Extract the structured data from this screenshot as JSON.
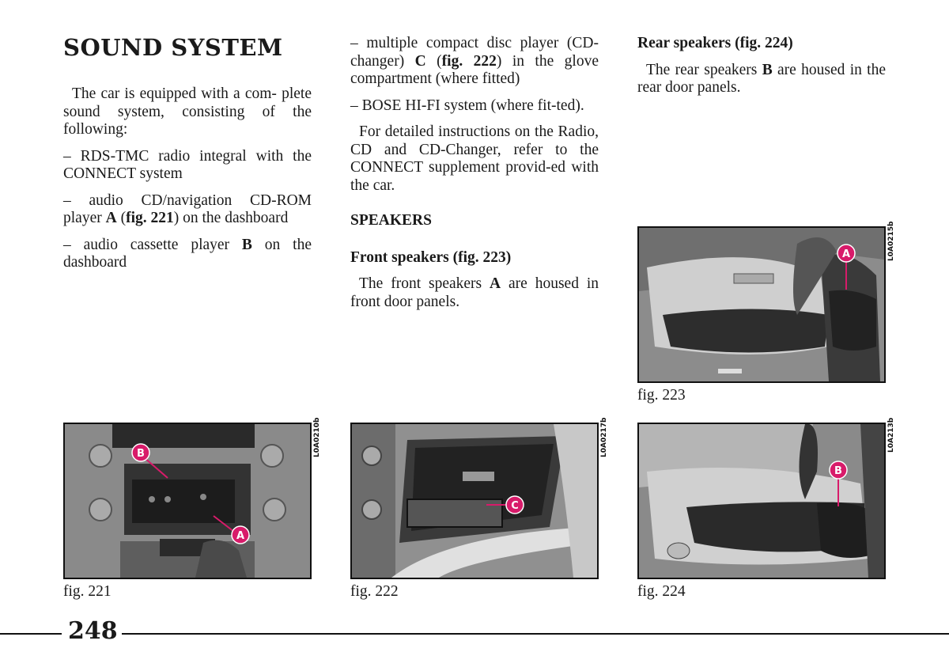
{
  "page_title": "SOUND SYSTEM",
  "intro": {
    "line1": "The car is equipped with a com-",
    "line2": "plete sound system, consisting of the following:"
  },
  "items": {
    "rds_pre": "– RDS-TMC radio integral with the CONNECT system",
    "cd_pre": "– audio CD/navigation CD-ROM player ",
    "cd_letter": "A",
    "cd_mid1": " (",
    "cd_fig": "fig. 221",
    "cd_post": ") on the dashboard",
    "cassette_pre": "– audio cassette player ",
    "cassette_letter": "B",
    "cassette_post": " on the dashboard",
    "changer_pre": "– multiple compact disc player (CD-changer) ",
    "changer_letter": "C",
    "changer_mid": " (",
    "changer_fig": "fig. 222",
    "changer_post": ") in the glove compartment (where fitted)",
    "bose": "– BOSE HI-FI system (where fit-ted)."
  },
  "instructions": "For detailed instructions on the Radio, CD and CD-Changer, refer to the CONNECT supplement provid-ed with the car.",
  "speakers": {
    "heading": "SPEAKERS",
    "front_heading": "Front speakers (fig. 223)",
    "front_pre": "The front speakers ",
    "front_letter": "A",
    "front_post": " are housed in front door panels.",
    "rear_heading": "Rear speakers (fig. 224)",
    "rear_pre": "The rear speakers ",
    "rear_letter": "B",
    "rear_post": " are housed in the rear door panels."
  },
  "figures": {
    "fig221": {
      "caption": "fig. 221",
      "code": "L0A0210b",
      "label_a": "A",
      "label_b": "B"
    },
    "fig222": {
      "caption": "fig. 222",
      "code": "L0A0217b",
      "label_c": "C"
    },
    "fig223": {
      "caption": "fig. 223",
      "code": "L0A0215b",
      "label_a": "A"
    },
    "fig224": {
      "caption": "fig. 224",
      "code": "L0A213b",
      "label_b": "B"
    }
  },
  "page_number": "248",
  "colors": {
    "callout": "#d81b6a",
    "rule": "#111111"
  }
}
